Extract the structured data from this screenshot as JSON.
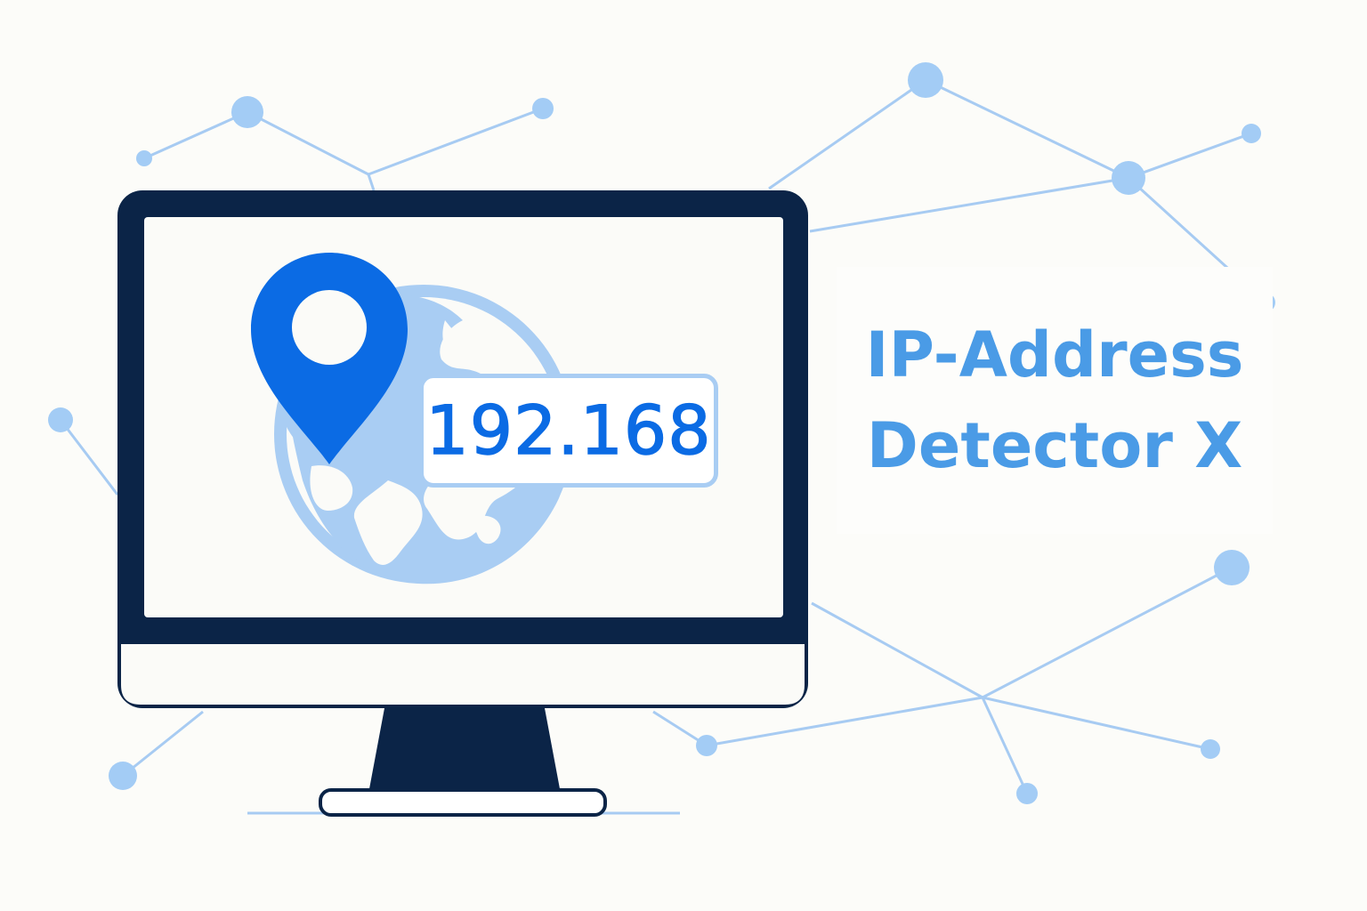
{
  "ip_display": {
    "value": "192.168"
  },
  "title": {
    "line1": "IP-Address",
    "line2": "Detector X"
  },
  "colors": {
    "background": "#fcfcf9",
    "monitor_frame": "#0b2447",
    "pin": "#0b6be4",
    "globe": "#a9cdf3",
    "network_lines": "#a7cbf2",
    "network_nodes": "#a3ccf5",
    "title_text": "#4a9be6"
  },
  "icons": {
    "pin": "location-pin-icon",
    "globe": "globe-icon",
    "monitor": "monitor-icon"
  }
}
